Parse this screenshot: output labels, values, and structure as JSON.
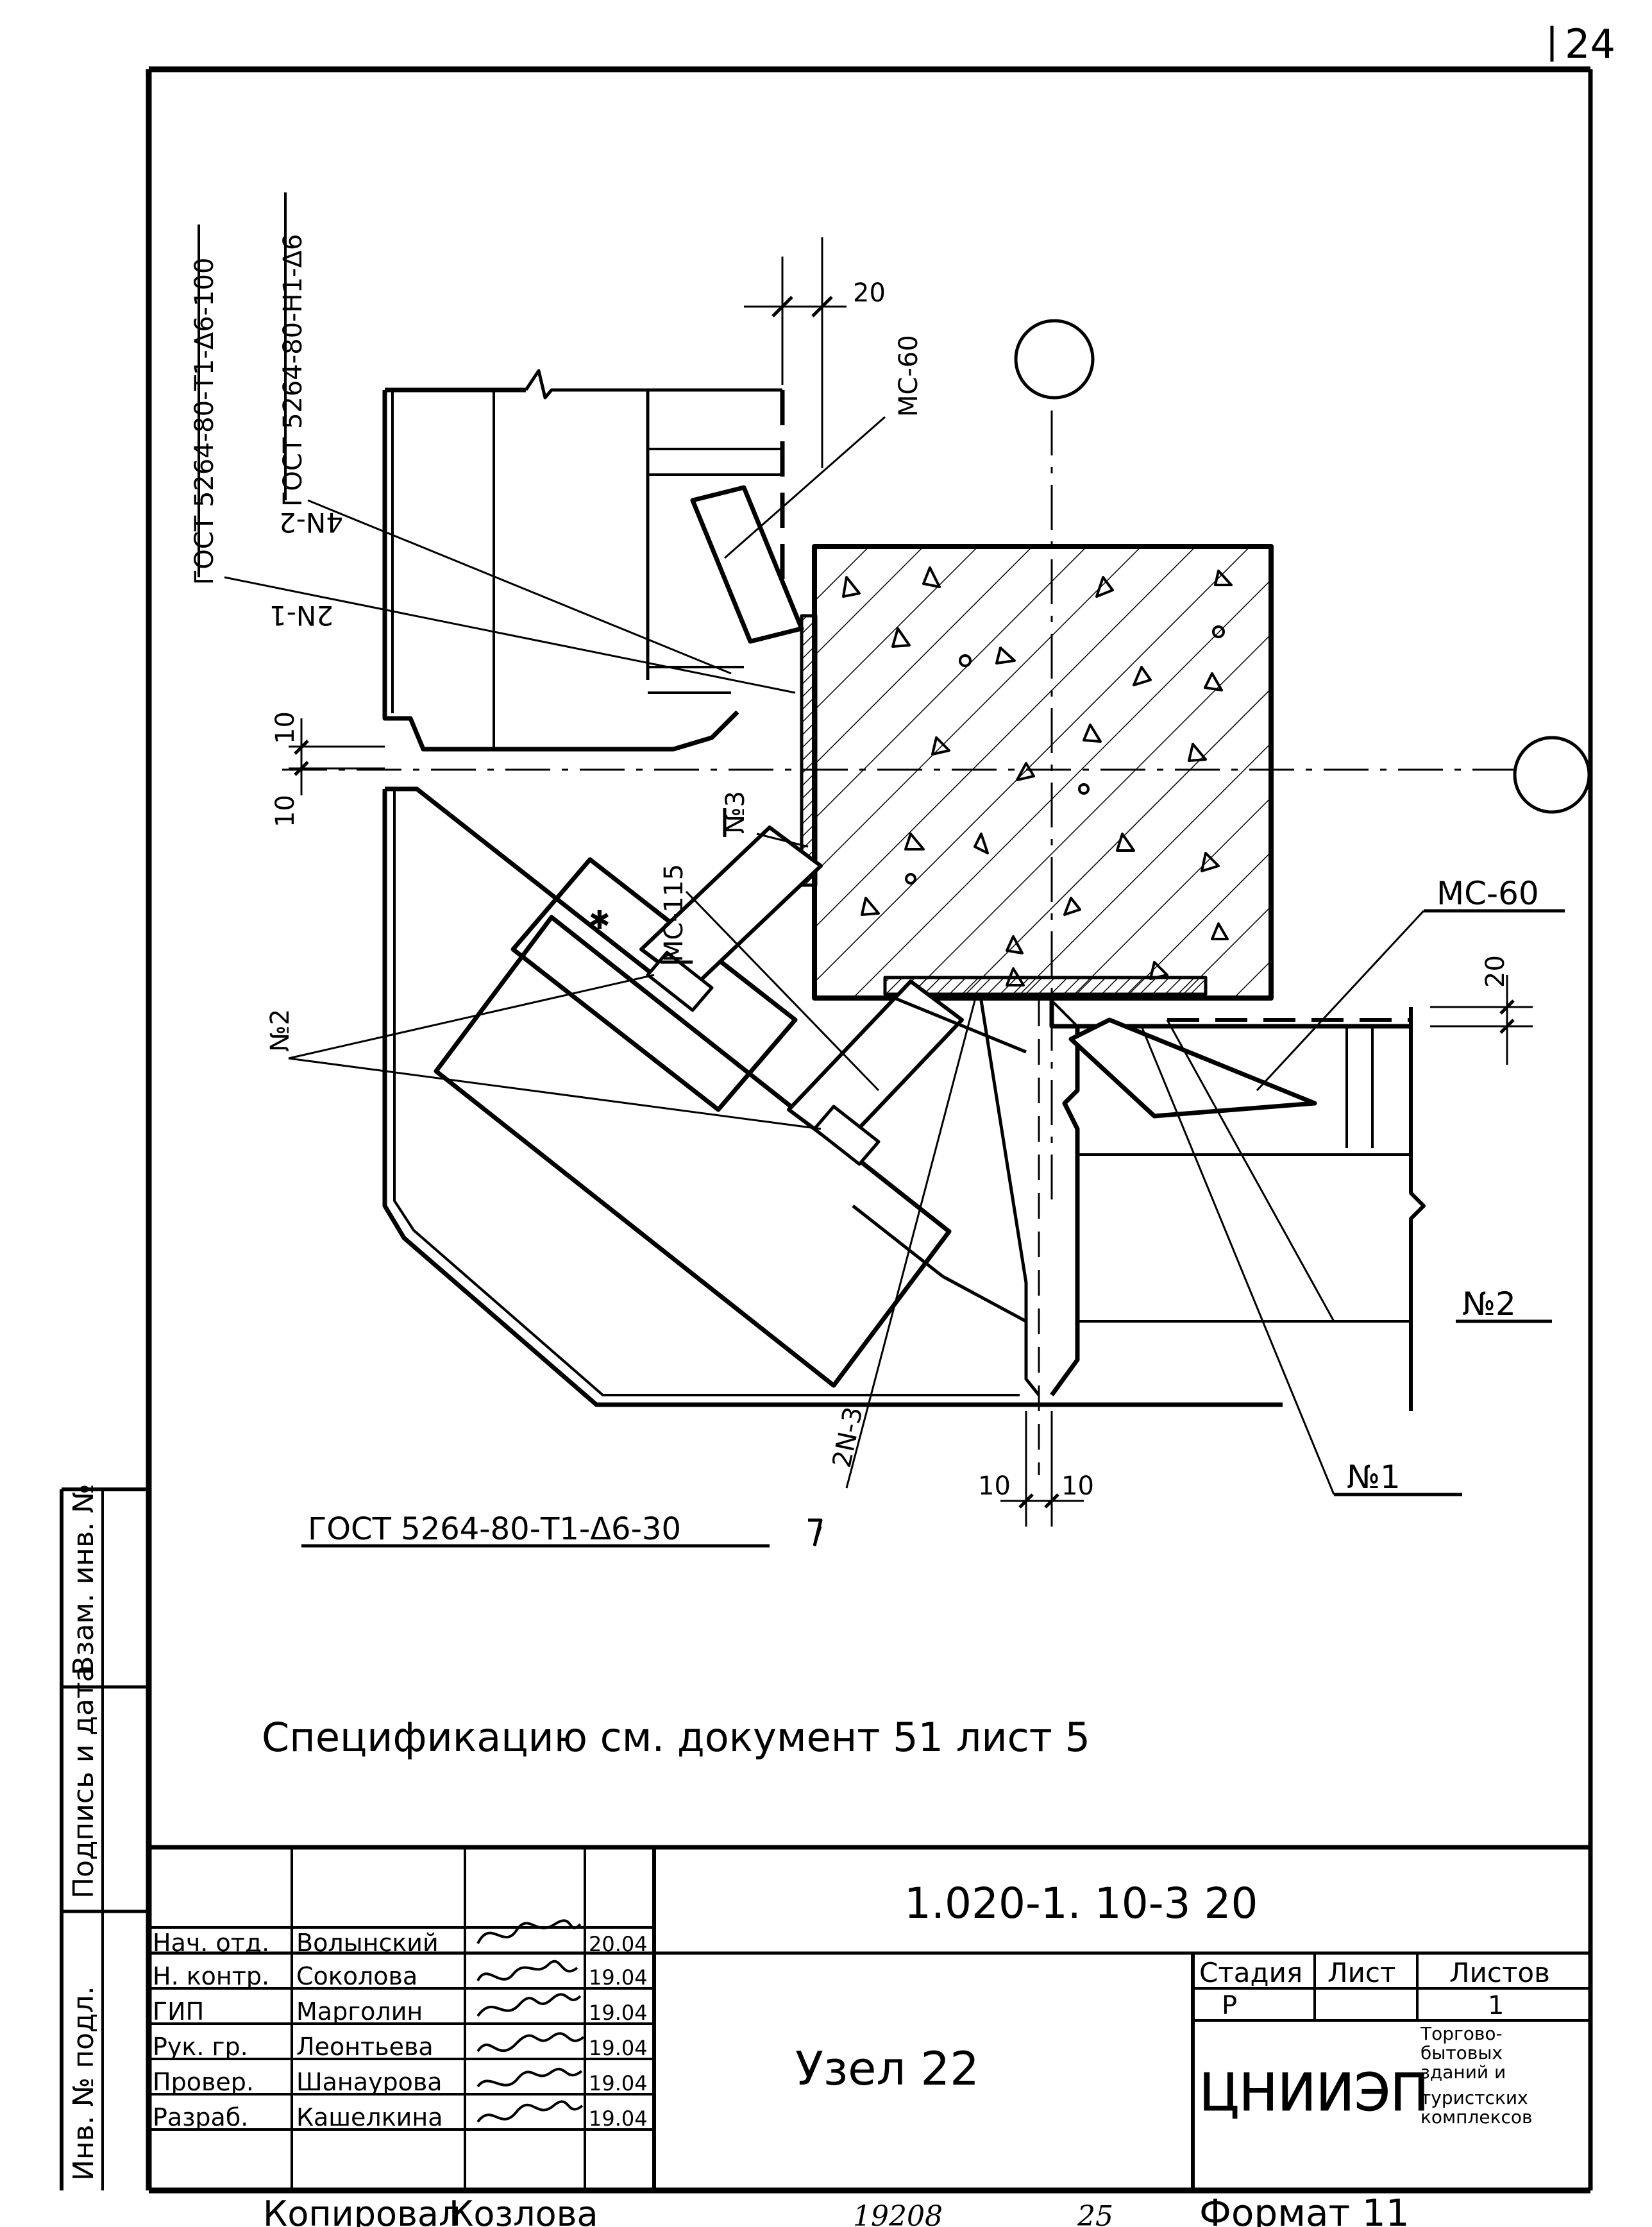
{
  "page_number": "24",
  "drawing": {
    "callouts": {
      "gost_1": "ГОСТ 5264-80-Т1-Δ6-100",
      "gost_2": "ГОСТ 5264-80-Н1-Δ6",
      "gost_3": "ГОСТ 5264-80-Т1-Δ6-30",
      "mc60_top": "МС-60",
      "mc60_right": "МС-60",
      "mc115": "МС-115",
      "n3": "№3",
      "n2_left": "№2",
      "n2_right": "№2",
      "n1": "№1",
      "ann_4n2": "4N-2",
      "ann_2n1": "2N-1",
      "ann_2n3": "2N-3"
    },
    "dimensions": {
      "d20_top": "20",
      "d20_right": "20",
      "d10_a": "10",
      "d10_b": "10",
      "d10_bottom_left": "10",
      "d10_bottom_right": "10"
    },
    "specification_note": "Спецификацию см. документ 51 лист 5"
  },
  "stamp": {
    "doc_code": "1.020-1. 10-3 20",
    "title": "Узел 22",
    "org": "ЦНИИЭП",
    "org_desc": [
      "Торгово-",
      "бытовых",
      "зданий и",
      "туристских",
      "комплексов"
    ],
    "stage_header": "Стадия",
    "sheet_header": "Лист",
    "sheets_header": "Листов",
    "stage_value": "Р",
    "sheets_value": "1",
    "roles": [
      {
        "role": "Нач. отд.",
        "name": "Волынский",
        "date": "20.04"
      },
      {
        "role": "Н. контр.",
        "name": "Соколова",
        "date": "19.04"
      },
      {
        "role": "ГИП",
        "name": "Марголин",
        "date": "19.04"
      },
      {
        "role": "Рук. гр.",
        "name": "Леонтьева",
        "date": "19.04"
      },
      {
        "role": "Провер.",
        "name": "Шанаурова",
        "date": "19.04"
      },
      {
        "role": "Разраб.",
        "name": "Кашелкина",
        "date": "19.04"
      }
    ]
  },
  "side_stamp": {
    "inv_podl": "Инв. № подл.",
    "podpis_data": "Подпись и дата",
    "vzam_inv": "Взам. инв. №"
  },
  "footer": {
    "copied": "Копировал",
    "copier": "Козлова",
    "num": "19208",
    "num2": "25",
    "format": "Формат 11"
  }
}
